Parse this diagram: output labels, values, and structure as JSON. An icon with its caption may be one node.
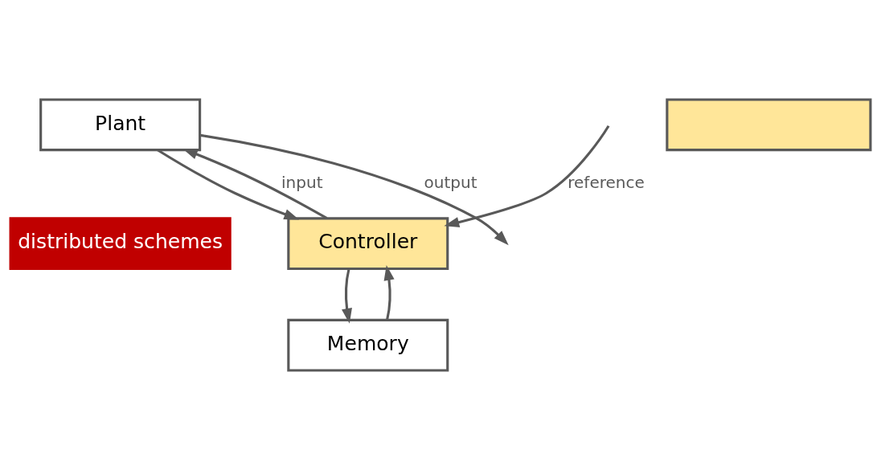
{
  "diagram": {
    "nodes": [
      {
        "text": [
          "Plant"
        ]
      },
      {
        "text": [
          "distributed schemes"
        ]
      },
      {
        "text": [
          "Controller"
        ]
      },
      {
        "text": [
          "Memory"
        ]
      },
      {
        "text": [],
        "shape": "box"
      }
    ],
    "edges": [
      {
        "from": 2,
        "to": 0,
        "arrow": "to",
        "label": "input"
      },
      {
        "from": 2,
        "to": 3,
        "arrow": "to"
      },
      {
        "from": 0,
        "to": null,
        "arrow": "to",
        "label": "output"
      },
      {
        "from": 0,
        "to": 2,
        "arrow": "to"
      },
      {
        "from": null,
        "to": 2,
        "arrow": "to",
        "label": "reference"
      },
      {
        "from": 3,
        "to": 2,
        "arrow": "to"
      }
    ]
  }
}
